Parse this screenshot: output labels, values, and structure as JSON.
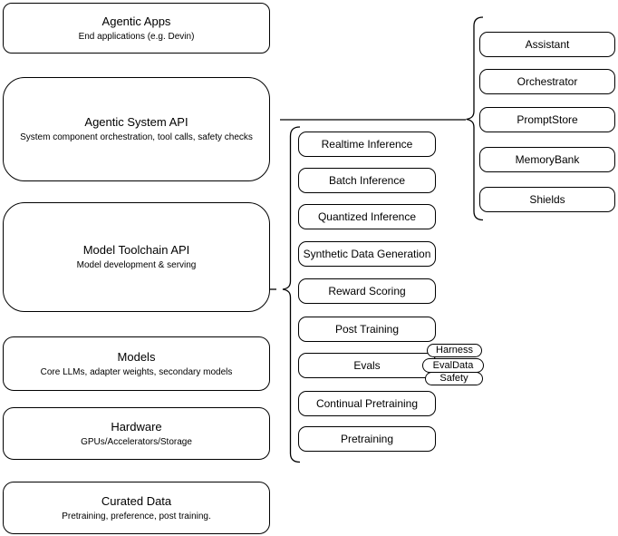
{
  "left_column": [
    {
      "title": "Agentic Apps",
      "subtitle": "End applications (e.g. Devin)"
    },
    {
      "title": "Agentic System API",
      "subtitle": "System component orchestration, tool calls, safety checks"
    },
    {
      "title": "Model Toolchain API",
      "subtitle": "Model development & serving"
    },
    {
      "title": "Models",
      "subtitle": "Core LLMs, adapter weights, secondary models"
    },
    {
      "title": "Hardware",
      "subtitle": "GPUs/Accelerators/Storage"
    },
    {
      "title": "Curated Data",
      "subtitle": "Pretraining, preference, post training."
    }
  ],
  "middle_column": [
    "Realtime Inference",
    "Batch Inference",
    "Quantized Inference",
    "Synthetic Data Generation",
    "Reward Scoring",
    "Post Training",
    "Evals",
    "Continual Pretraining",
    "Pretraining"
  ],
  "evals_tags": [
    "Harness",
    "EvalData",
    "Safety"
  ],
  "right_column": [
    "Assistant",
    "Orchestrator",
    "PromptStore",
    "MemoryBank",
    "Shields"
  ],
  "colors": {
    "stroke": "#000000",
    "background": "#ffffff",
    "text": "#000000"
  }
}
